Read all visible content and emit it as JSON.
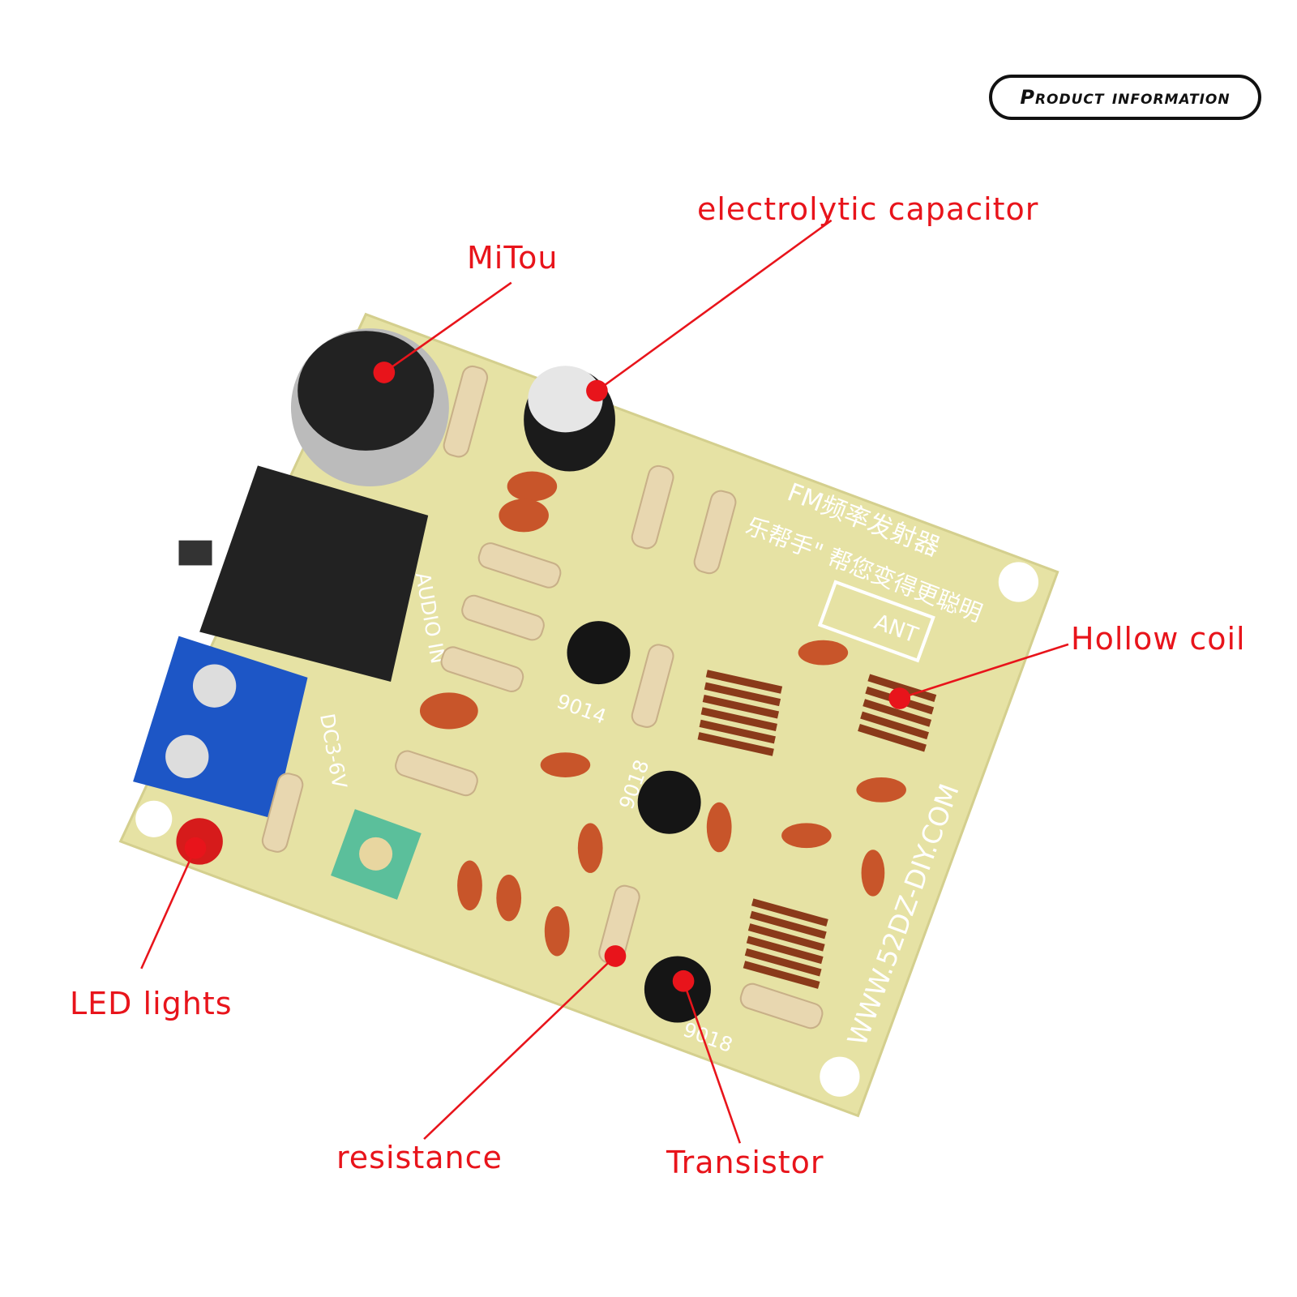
{
  "badge": {
    "label": "Product information"
  },
  "labels": {
    "mitou": "MiTou",
    "capacitor": "electrolytic capacitor",
    "coil": "Hollow coil",
    "led": "LED lights",
    "resistance": "resistance",
    "transistor": "Transistor"
  },
  "pcb": {
    "title": "FM频率发射器",
    "slogan": "乐帮手\" 帮您变得更聪明",
    "website": "WWW.52DZ-DIY.COM",
    "ant": "ANT",
    "audio_in": "AUDIO IN",
    "dc": "DC3-6V",
    "t1": "9014",
    "t2": "9018",
    "t3": "9018"
  },
  "colors": {
    "accent": "#e8141b",
    "pcb": "#e6e2a4",
    "coil": "#8a3a1a"
  }
}
